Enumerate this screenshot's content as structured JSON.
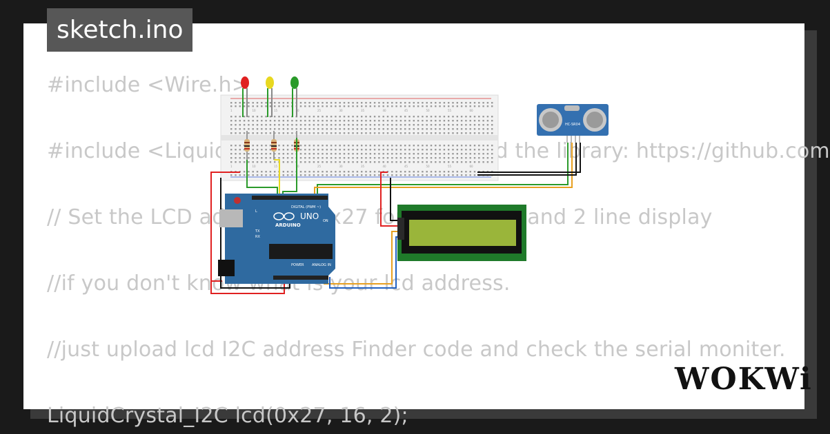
{
  "tab": {
    "filename": "sketch.ino"
  },
  "code": {
    "lines": [
      "#include <Wire.h>",
      "#include <LiquidCrystal_I2C.h> //Download the library: https://github.com",
      "// Set the LCD address to 0x27 for a 16 chars and 2 line display",
      "//if you don't know what is your lcd address.",
      "//just upload lcd I2C address Finder code and check the serial moniter.",
      "LiquidCrystal_I2C lcd(0x27, 16, 2);"
    ]
  },
  "board": {
    "brand": "UNO",
    "label": "ARDUINO",
    "digital_label": "DIGITAL (PWM ~)",
    "analog_label": "ANALOG IN",
    "power_label": "POWER",
    "on_label": "ON",
    "tx_label": "TX",
    "rx_label": "RX",
    "l_label": "L"
  },
  "sensor": {
    "label": "HC-SR04"
  },
  "brand": {
    "logo": "WOKWi"
  },
  "colors": {
    "red_led": "#e02020",
    "yellow_led": "#e8d820",
    "green_led": "#2a9a2a",
    "board": "#2f6aa0",
    "lcd": "#9ab53a",
    "lcd_pcb": "#1f7a2a"
  },
  "breadboard": {
    "col_numbers": [
      "1",
      "10",
      "15",
      "20",
      "25",
      "30",
      "35",
      "40",
      "45",
      "50",
      "55",
      "60"
    ]
  }
}
